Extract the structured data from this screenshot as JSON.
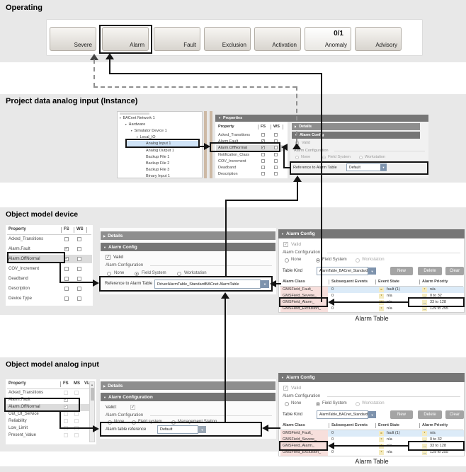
{
  "operating": {
    "title": "Operating",
    "buttons": [
      {
        "label": "Severe"
      },
      {
        "label": "Alarm"
      },
      {
        "label": "Fault"
      },
      {
        "label": "Exclusion"
      },
      {
        "label": "Activation"
      },
      {
        "label": "Anomaly",
        "badge": "0/1"
      },
      {
        "label": "Advisory"
      }
    ]
  },
  "project_data": {
    "title": "Project data analog input (Instance)",
    "tree": {
      "items": [
        "BACnet Network 1",
        "Hardware",
        "Simulator Device 1",
        "Local_IO",
        "Analog Input 1",
        "Analog Output 1",
        "Backup File 1",
        "Backup File 2",
        "Backup File 3",
        "Binary Input 1"
      ]
    },
    "properties": {
      "header": "Properties",
      "columns": [
        "Property",
        "FS",
        "WS"
      ],
      "rows": [
        {
          "name": "Acked_Transitions",
          "fs": false,
          "ws": false
        },
        {
          "name": "Alarm.Fault",
          "fs": true,
          "ws": false
        },
        {
          "name": "Alarm.OffNormal",
          "fs": true,
          "ws": false
        },
        {
          "name": "Notification_Class",
          "fs": false,
          "ws": false
        },
        {
          "name": "COV_Increment",
          "fs": false,
          "ws": false
        },
        {
          "name": "Deadband",
          "fs": false,
          "ws": false
        },
        {
          "name": "Description",
          "fs": false,
          "ws": false
        }
      ]
    },
    "details_header": "Details",
    "alarm_config": {
      "header": "Alarm Config",
      "valid_label": "Valid",
      "valid_checked": false,
      "group_label": "Alarm Configuration",
      "options": [
        "None",
        "Field System",
        "Workstation"
      ],
      "selected_option": "Field System",
      "reference_label": "Reference to Alarm Table",
      "reference_value": "Default"
    }
  },
  "object_model_device": {
    "title": "Object model device",
    "properties": {
      "columns": [
        "Property",
        "FS",
        "WS"
      ],
      "rows": [
        {
          "name": "Acked_Transitions",
          "fs": false,
          "ws": false
        },
        {
          "name": "Alarm.Fault",
          "fs": true,
          "ws": false
        },
        {
          "name": "Alarm.OffNormal",
          "fs": true,
          "ws": false
        },
        {
          "name": "COV_Increment",
          "fs": false,
          "ws": false
        },
        {
          "name": "Deadband",
          "fs": false,
          "ws": false
        },
        {
          "name": "Description",
          "fs": false,
          "ws": false
        },
        {
          "name": "Device Type",
          "fs": false,
          "ws": false
        }
      ]
    },
    "details_header": "Details",
    "alarm_config": {
      "header": "Alarm Config",
      "valid_label": "Valid",
      "valid_checked": true,
      "group_label": "Alarm Configuration",
      "options": [
        "None",
        "Field System",
        "Workstation"
      ],
      "selected_option": "Field System",
      "reference_label": "Reference to Alarm Table",
      "reference_value": "DriverAlarmTable_StandardBACnet.AlarmTable"
    },
    "alarm_table_panel": {
      "header": "Alarm Config",
      "valid_label": "Valid",
      "valid_checked": true,
      "group_label": "Alarm Configuration",
      "options": [
        "None",
        "Field System",
        "Workstation"
      ],
      "selected_option": "Field System",
      "table_kind_label": "Table Kind",
      "table_kind_value": "AlarmTable_BACnet_Standard",
      "buttons": [
        "New",
        "Delete",
        "Clear"
      ],
      "table": {
        "columns": [
          "Alarm Class",
          "Subsequent Events",
          "Event State",
          "Alarm Priority"
        ],
        "rows": [
          {
            "alarm_class": "GMSField_Fault_",
            "subsequent_events": "0",
            "event_state_icon": "=",
            "event_state": "fault (1)",
            "priority_icon": "*",
            "alarm_priority": "n/a"
          },
          {
            "alarm_class": "GMSField_Severe_",
            "subsequent_events": "0",
            "event_state_icon": "*",
            "event_state": "n/a",
            "priority_icon": "..",
            "alarm_priority": "0 to 32"
          },
          {
            "alarm_class": "GMSField_Alarm_",
            "subsequent_events": "0",
            "event_state_icon": "*",
            "event_state": "n/a",
            "priority_icon": "..",
            "alarm_priority": "33 to 128"
          },
          {
            "alarm_class": "GMSField_Exclusion_",
            "subsequent_events": "0",
            "event_state_icon": "*",
            "event_state": "n/a",
            "priority_icon": "..",
            "alarm_priority": "129 to 255"
          }
        ]
      },
      "caption": "Alarm Table"
    }
  },
  "object_model_analog_input": {
    "title": "Object model analog input",
    "properties": {
      "columns": [
        "Property",
        "FS",
        "MS",
        "VL"
      ],
      "rows": [
        {
          "name": "Acked_Transitions",
          "fs": false,
          "ms": false
        },
        {
          "name": "Alarm.Fault",
          "fs": true,
          "ms": false
        },
        {
          "name": "Alarm.OffNormal",
          "fs": true,
          "ms": false
        },
        {
          "name": "Out_Of_Service",
          "fs": false,
          "ms": false
        },
        {
          "name": "Reliability",
          "fs": false,
          "ms": false
        },
        {
          "name": "Low_Limit",
          "fs": false,
          "ms": false
        },
        {
          "name": "Present_Value",
          "fs": false,
          "ms": false
        }
      ]
    },
    "details_header": "Details",
    "alarm_config": {
      "header": "Alarm Configuration",
      "valid_label": "Valid:",
      "valid_checked": true,
      "group_label": "Alarm Configuration",
      "options": [
        "None",
        "Field system",
        "Management Station"
      ],
      "selected_option": "Field system",
      "reference_label": "Alarm table reference",
      "reference_value": "Default"
    },
    "alarm_table_panel": {
      "header": "Alarm Config",
      "valid_label": "Valid",
      "valid_checked": true,
      "group_label": "Alarm Configuration",
      "options": [
        "None",
        "Field System",
        "Workstation"
      ],
      "selected_option": "Field System",
      "table_kind_label": "Table Kind",
      "table_kind_value": "AlarmTable_BACnet_Standard",
      "buttons": [
        "New",
        "Delete",
        "Clear"
      ],
      "table": {
        "columns": [
          "Alarm Class",
          "Subsequent Events",
          "Event State",
          "Alarm Priority"
        ],
        "rows": [
          {
            "alarm_class": "GMSField_Fault_",
            "subsequent_events": "0",
            "event_state_icon": "=",
            "event_state": "fault (1)",
            "priority_icon": "*",
            "alarm_priority": "n/a"
          },
          {
            "alarm_class": "GMSField_Severe_",
            "subsequent_events": "0",
            "event_state_icon": "*",
            "event_state": "n/a",
            "priority_icon": "..",
            "alarm_priority": "0 to 32"
          },
          {
            "alarm_class": "GMSField_Alarm_",
            "subsequent_events": "0",
            "event_state_icon": "*",
            "event_state": "n/a",
            "priority_icon": "..",
            "alarm_priority": "33 to 128"
          },
          {
            "alarm_class": "GMSField_Exclusion_",
            "subsequent_events": "0",
            "event_state_icon": "*",
            "event_state": "n/a",
            "priority_icon": "..",
            "alarm_priority": "129 to 255"
          }
        ]
      },
      "caption": "Alarm Table"
    }
  },
  "colors": {
    "section_band_gray": "#e8e8e8",
    "panel_header_gray": "#767676",
    "details_header_gray": "#8e8e8e",
    "tree_selection_blue": "#cfe3f7",
    "table_row_highlight_blue": "#dcebf8",
    "alarm_class_pink": "#f7dfdc",
    "icon_cell_yellow": "#f4ebc0",
    "dropdown_button_blue": "#7e93ad"
  }
}
